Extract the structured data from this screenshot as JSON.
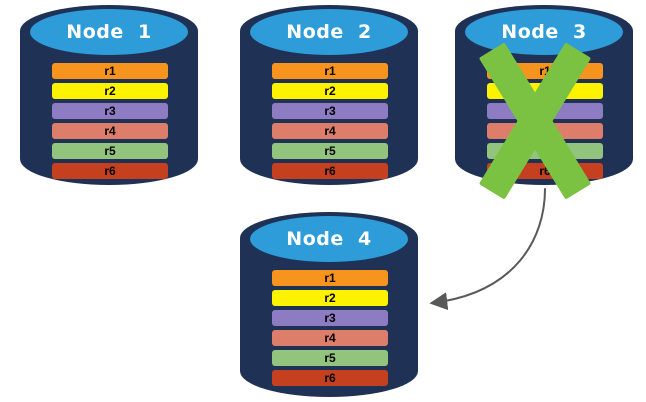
{
  "palette": {
    "cylinder_body": "#1F3256",
    "cylinder_top": "#2E9CD8",
    "title_text": "#FFFFFF",
    "row_text": "#000000"
  },
  "rows": [
    {
      "label": "r1",
      "color": "#F7941D"
    },
    {
      "label": "r2",
      "color": "#FDF300"
    },
    {
      "label": "r3",
      "color": "#8E7CC3"
    },
    {
      "label": "r4",
      "color": "#DD7E6B"
    },
    {
      "label": "r5",
      "color": "#93C47D"
    },
    {
      "label": "r6",
      "color": "#C4401F"
    }
  ],
  "nodes": [
    {
      "title": "Node  1",
      "failed": false
    },
    {
      "title": "Node  2",
      "failed": false
    },
    {
      "title": "Node  3",
      "failed": true
    },
    {
      "title": "Node  4",
      "failed": false
    }
  ],
  "failure": {
    "marker": "x-cross",
    "x_color": "#7CC242",
    "on_node": "Node  3"
  },
  "arrow": {
    "from": "Node  3",
    "to": "Node  4",
    "color": "#595959"
  }
}
